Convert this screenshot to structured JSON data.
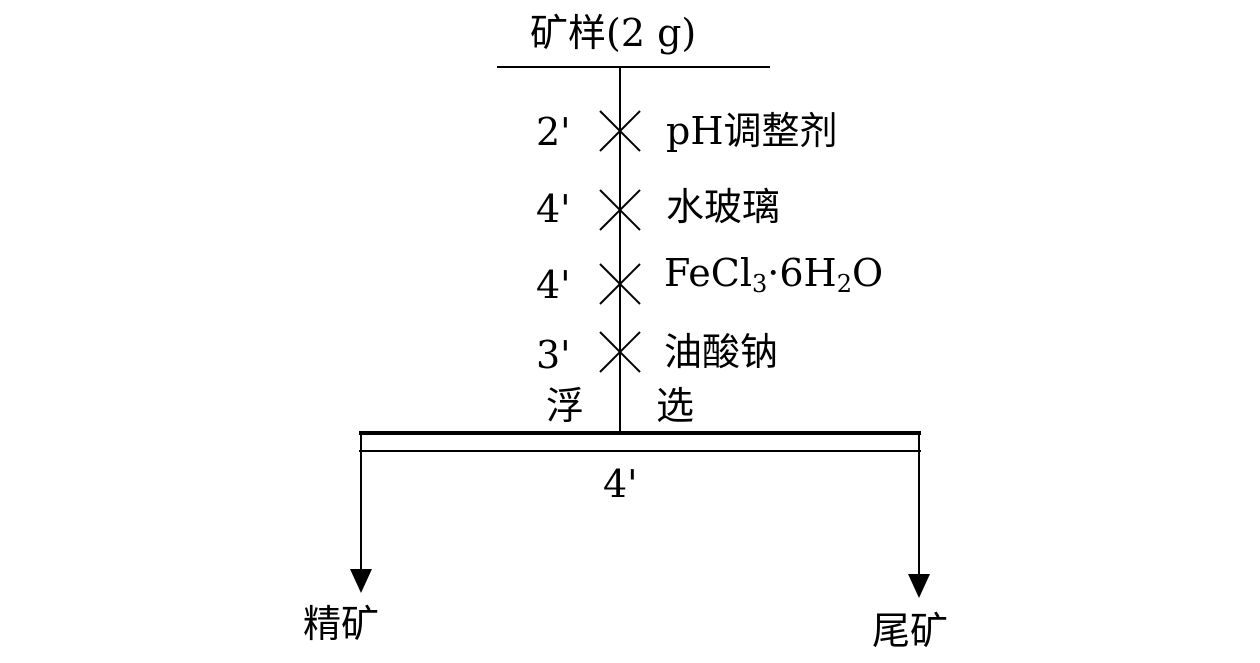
{
  "sample": {
    "label": "矿样(2 g)"
  },
  "steps": [
    {
      "time": "2'",
      "reagent": "pH调整剂"
    },
    {
      "time": "4'",
      "reagent": "水玻璃"
    },
    {
      "time": "4'",
      "reagent_parts": [
        "FeCl",
        "3",
        "·6H",
        "2",
        "O"
      ]
    },
    {
      "time": "3'",
      "reagent": "油酸钠"
    }
  ],
  "flotation": {
    "left": "浮",
    "right": "选",
    "time": "4'"
  },
  "products": {
    "concentrate": "精矿",
    "tailings": "尾矿"
  }
}
